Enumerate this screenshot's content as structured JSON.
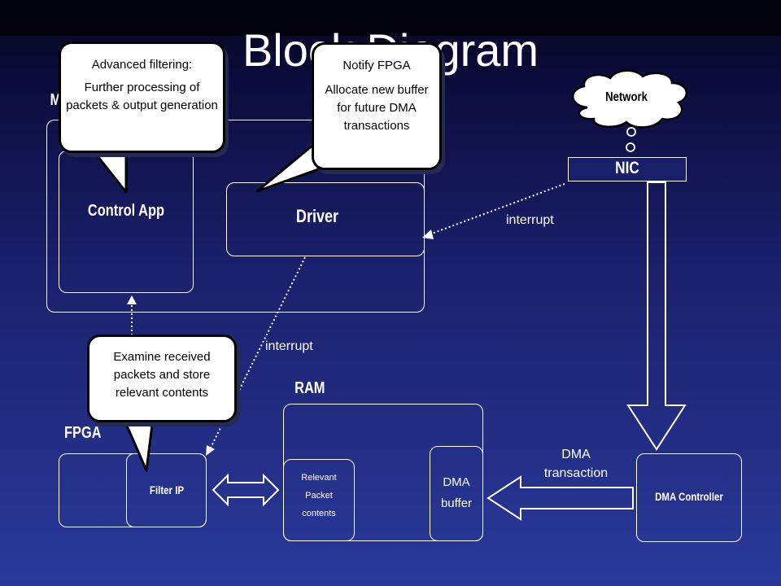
{
  "slide": {
    "title": "Block Diagram",
    "labels": {
      "network": "Network",
      "nic": "NIC",
      "control_app": "Control App",
      "driver": "Driver",
      "ram": "RAM",
      "fpga": "FPGA",
      "filter_ip": "Filter IP",
      "relevant_packet_contents": "Relevant Packet contents",
      "dma_buffer": "DMA buffer",
      "dma_controller": "DMA Controller",
      "interrupt_nic": "interrupt",
      "interrupt_fpga": "interrupt",
      "dma_transaction": "DMA transaction",
      "host_partial": "M"
    },
    "callouts": {
      "control_app": {
        "heading": "Advanced filtering:",
        "body": "Further processing of packets & output generation"
      },
      "driver": {
        "heading": "Notify FPGA",
        "body": "Allocate new buffer for future DMA transactions"
      },
      "filter_ip": {
        "body": "Examine received packets and store relevant contents"
      }
    }
  }
}
